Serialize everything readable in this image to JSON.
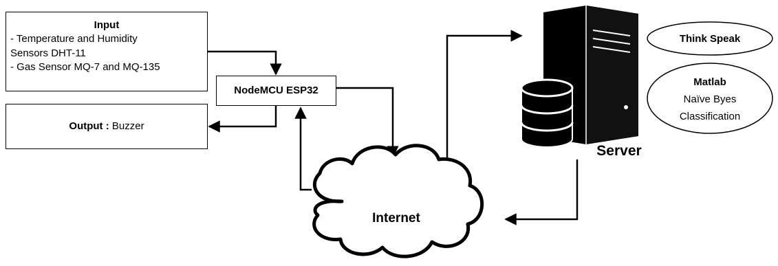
{
  "input": {
    "title": "Input",
    "lines": [
      "- Temperature and Humidity",
      "Sensors DHT-11",
      "- Gas Sensor MQ-7 and MQ-135"
    ]
  },
  "node": {
    "label": "NodeMCU ESP32"
  },
  "output": {
    "label_bold": "Output :",
    "label_value": "Buzzer"
  },
  "cloud": {
    "label": "Internet"
  },
  "server": {
    "label": "Server"
  },
  "services": {
    "think_speak": "Think Speak",
    "matlab_title": "Matlab",
    "matlab_lines": [
      "Naïve Byes",
      "Classification"
    ]
  }
}
